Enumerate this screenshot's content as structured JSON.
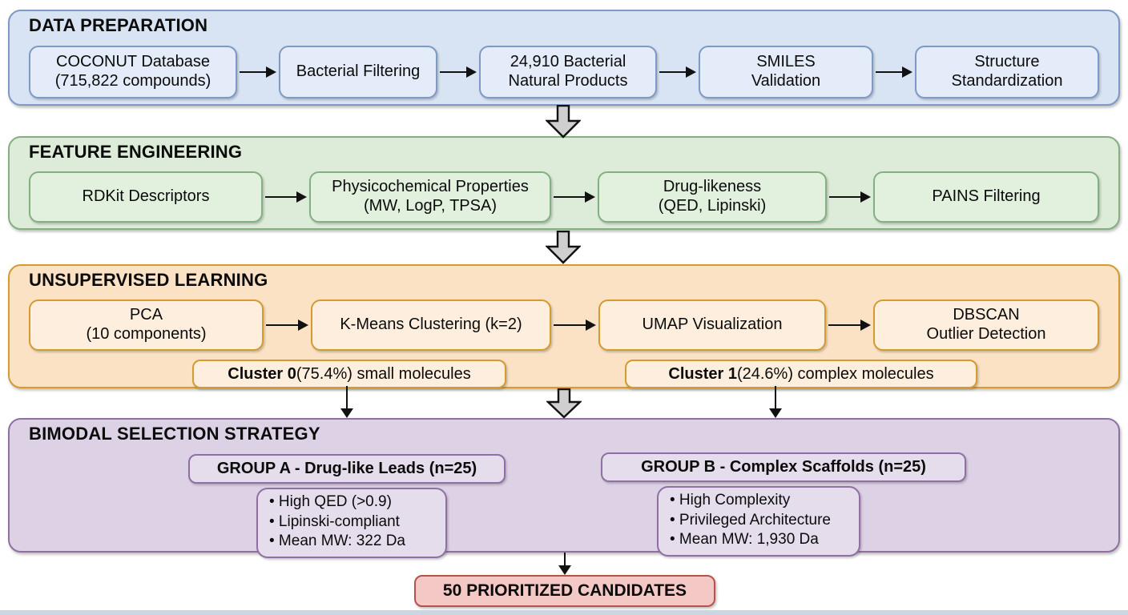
{
  "data_preparation": {
    "title": "DATA PREPARATION",
    "boxes": [
      "COCONUT Database\n(715,822 compounds)",
      "Bacterial Filtering",
      "24,910 Bacterial\nNatural Products",
      "SMILES\nValidation",
      "Structure\nStandardization"
    ]
  },
  "feature_engineering": {
    "title": "FEATURE ENGINEERING",
    "boxes": [
      "RDKit Descriptors",
      "Physicochemical Properties\n(MW, LogP, TPSA)",
      "Drug-likeness\n(QED, Lipinski)",
      "PAINS Filtering"
    ]
  },
  "unsupervised_learning": {
    "title": "UNSUPERVISED LEARNING",
    "boxes": [
      "PCA\n(10 components)",
      "K-Means Clustering (k=2)",
      "UMAP Visualization",
      "DBSCAN\nOutlier Detection"
    ],
    "clusters": [
      {
        "bold": "Cluster 0",
        "rest": " (75.4%) small molecules"
      },
      {
        "bold": "Cluster 1",
        "rest": " (24.6%) complex molecules"
      }
    ]
  },
  "bimodal_selection": {
    "title": "BIMODAL SELECTION STRATEGY",
    "groups": [
      {
        "header": "GROUP A - Drug-like Leads (n=25)",
        "bullets": "• High QED (>0.9)\n• Lipinski-compliant\n• Mean MW: 322 Da"
      },
      {
        "header": "GROUP B - Complex Scaffolds (n=25)",
        "bullets": "• High Complexity\n• Privileged Architecture\n• Mean MW: 1,930 Da"
      }
    ]
  },
  "result": {
    "label": "50 PRIORITIZED CANDIDATES"
  },
  "palette": {
    "data_preparation_fill": "#d8e4f3",
    "data_preparation_border": "#7d99c6",
    "feature_engineering_fill": "#dcecd8",
    "feature_engineering_border": "#84b07f",
    "unsupervised_fill": "#fbe2c4",
    "unsupervised_border": "#d49b2d",
    "bimodal_fill": "#ddd2e5",
    "bimodal_border": "#8f6fa4",
    "result_fill": "#f4c9c5",
    "result_border": "#b5524b",
    "block_arrow_fill": "#cfcfcf",
    "arrow_color": "#111111"
  }
}
